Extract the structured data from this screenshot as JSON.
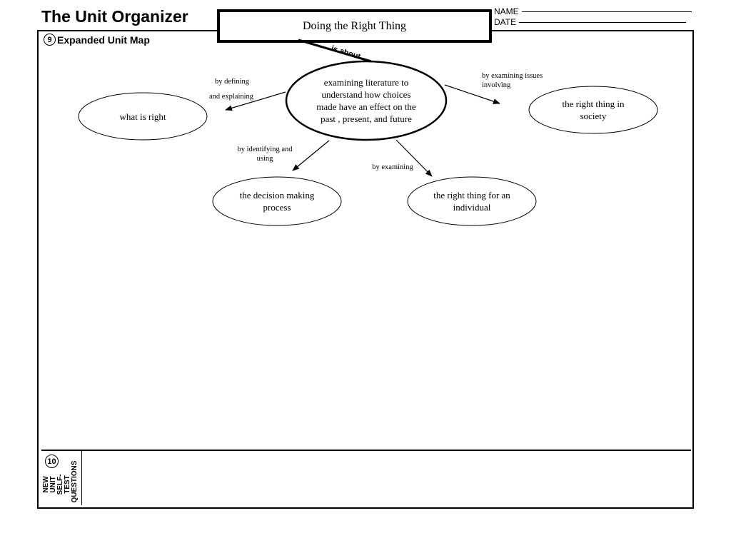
{
  "header": {
    "title": "The Unit Organizer",
    "unit_name": "Doing the Right Thing",
    "name_label": "NAME",
    "date_label": "DATE"
  },
  "map": {
    "number": "9",
    "heading": "Expanded Unit Map",
    "connector_label": "is about...",
    "central_node": "examining literature to understand how choices made have an effect  on the past , present, and future",
    "nodes": {
      "what_is_right": "what is right",
      "right_thing_society": "the right thing in society",
      "decision_process": "the decision making process",
      "right_thing_individual": "the right thing for an individual"
    },
    "links": {
      "defining": "by defining",
      "explaining": "and explaining",
      "examining_issues": "by examining issues involving",
      "identifying": "by identifying and using",
      "examining": "by examining"
    }
  },
  "questions": {
    "number": "10",
    "line1": "NEW",
    "line2": "UNIT",
    "line3": "SELF-TEST",
    "line4": "QUESTIONS"
  }
}
